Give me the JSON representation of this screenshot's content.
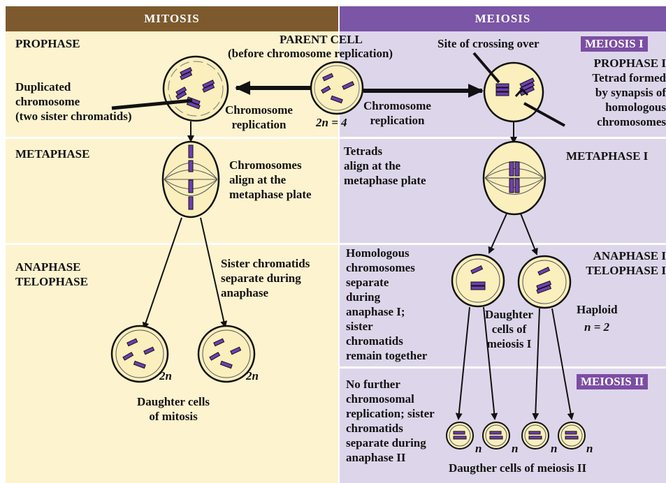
{
  "headers": {
    "mitosis": "MITOSIS",
    "meiosis": "MEIOSIS"
  },
  "parent": {
    "title": "PARENT CELL",
    "subtitle": "(before chromosome replication)",
    "ploidy": "2n = 4"
  },
  "mitosis": {
    "prophase": "PROPHASE",
    "duplicated": [
      "Duplicated",
      "chromosome",
      "(two sister chromatids)"
    ],
    "replication": [
      "Chromosome",
      "replication"
    ],
    "metaphase": "METAPHASE",
    "metaphase_desc": [
      "Chromosomes",
      "align at the",
      "metaphase plate"
    ],
    "anaphase": [
      "ANAPHASE",
      "TELOPHASE"
    ],
    "anaphase_desc": [
      "Sister chromatids",
      "separate during",
      "anaphase"
    ],
    "ploidy_left": "2n",
    "ploidy_right": "2n",
    "daughters": [
      "Daughter cells",
      "of mitosis"
    ]
  },
  "meiosis": {
    "tag1": "MEIOSIS I",
    "crossing": "Site of crossing over",
    "prophase": [
      "PROPHASE I",
      "Tetrad formed",
      "by synapsis of",
      "homologous",
      "chromosomes"
    ],
    "replication": [
      "Chromosome",
      "replication"
    ],
    "tetrads": [
      "Tetrads",
      "align at the",
      "metaphase plate"
    ],
    "metaphase": "METAPHASE I",
    "homologous": [
      "Homologous",
      "chromosomes",
      "separate",
      "during",
      "anaphase I;",
      "sister",
      "chromatids",
      "remain together"
    ],
    "anaphase": [
      "ANAPHASE I",
      "TELOPHASE I"
    ],
    "daughter1": [
      "Daughter",
      "cells of",
      "meiosis I"
    ],
    "haploid": "Haploid",
    "haploid_n": "n = 2",
    "tag2": "MEIOSIS II",
    "no_further": [
      "No further",
      "chromosomal",
      "replication; sister",
      "chromatids",
      "separate during",
      "anaphase II"
    ],
    "n_labels": [
      "n",
      "n",
      "n",
      "n"
    ],
    "daughter2": "Daugther cells of meiosis II"
  },
  "colors": {
    "mitosis_bg": "#fdf3cf",
    "meiosis_bg": "#ddd6ea",
    "mitosis_header": "#7d5a2e",
    "meiosis_header": "#7b55a6",
    "cell_fill": "#faefbd",
    "chromosome": "#6f3fb0"
  }
}
